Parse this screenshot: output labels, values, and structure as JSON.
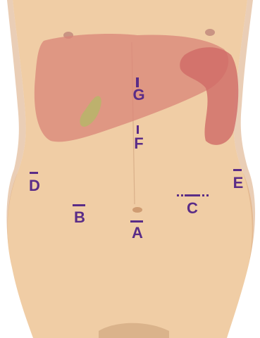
{
  "colors": {
    "skin": "#f0cda5",
    "skin_shadow": "#dcae86",
    "liver": "#d98478",
    "spleen": "#cf6a66",
    "gallbladder": "#b9b46a",
    "label": "#5a2c87"
  },
  "labels": {
    "A": "A",
    "B": "B",
    "C": "C",
    "D": "D",
    "E": "E",
    "F": "F",
    "G": "G"
  },
  "regions": [
    {
      "key": "G",
      "mark": "vertical-tick"
    },
    {
      "key": "F",
      "mark": "vertical-tick"
    },
    {
      "key": "D",
      "mark": "bar"
    },
    {
      "key": "E",
      "mark": "bar"
    },
    {
      "key": "B",
      "mark": "bar"
    },
    {
      "key": "C",
      "mark": "dotted-bar"
    },
    {
      "key": "A",
      "mark": "bar"
    }
  ]
}
